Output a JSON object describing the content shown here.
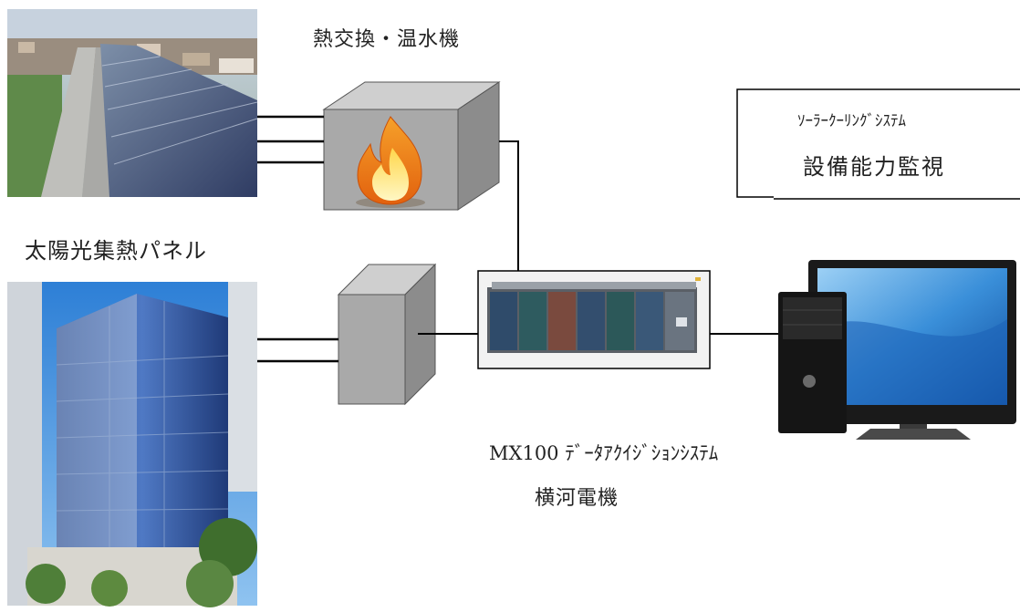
{
  "diagram": {
    "heat_exchanger_label": "熱交換・温水機",
    "solar_panel_label": "太陽光集熱パネル",
    "system_box": {
      "line1": "ｿｰﾗｰｸｰﾘﾝｸﾞｼｽﾃﾑ",
      "line2": "設備能力監視"
    },
    "daq_label": "MX100 ﾃﾞｰﾀｱｸｲｼﾞｼｮﾝｼｽﾃﾑ",
    "maker_label": "横河電機"
  },
  "colors": {
    "box_front": "#a9a9a9",
    "box_top": "#cfcfcf",
    "box_side": "#8c8c8c",
    "line": "#000000"
  }
}
